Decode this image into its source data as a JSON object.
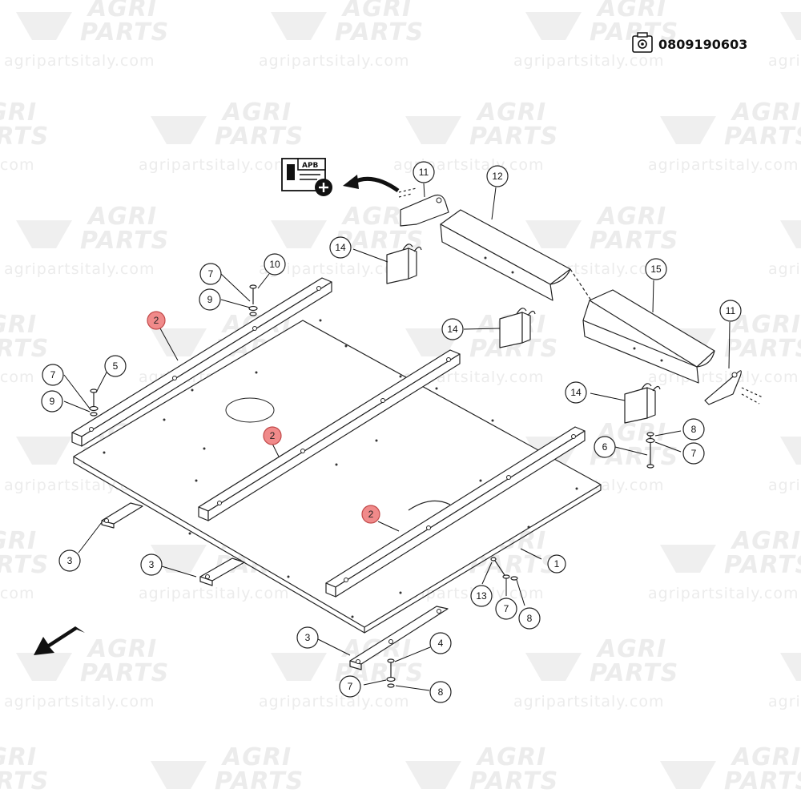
{
  "watermark": {
    "logo_line1": "AGRI",
    "logo_line2": "PARTS",
    "url": "agripartsitaly.com"
  },
  "header": {
    "part_code": "0809190603",
    "code_icon": "part-code-icon"
  },
  "apb_icon": {
    "label": "APB",
    "icon": "add-document-icon"
  },
  "callouts": [
    {
      "label": "1",
      "highlight": false
    },
    {
      "label": "2",
      "highlight": true
    },
    {
      "label": "2",
      "highlight": true
    },
    {
      "label": "2",
      "highlight": true
    },
    {
      "label": "3",
      "highlight": false
    },
    {
      "label": "3",
      "highlight": false
    },
    {
      "label": "3",
      "highlight": false
    },
    {
      "label": "4",
      "highlight": false
    },
    {
      "label": "5",
      "highlight": false
    },
    {
      "label": "6",
      "highlight": false
    },
    {
      "label": "7",
      "highlight": false
    },
    {
      "label": "7",
      "highlight": false
    },
    {
      "label": "7",
      "highlight": false
    },
    {
      "label": "7",
      "highlight": false
    },
    {
      "label": "7",
      "highlight": false
    },
    {
      "label": "8",
      "highlight": false
    },
    {
      "label": "8",
      "highlight": false
    },
    {
      "label": "8",
      "highlight": false
    },
    {
      "label": "9",
      "highlight": false
    },
    {
      "label": "9",
      "highlight": false
    },
    {
      "label": "10",
      "highlight": false
    },
    {
      "label": "11",
      "highlight": false
    },
    {
      "label": "11",
      "highlight": false
    },
    {
      "label": "12",
      "highlight": false
    },
    {
      "label": "13",
      "highlight": false
    },
    {
      "label": "14",
      "highlight": false
    },
    {
      "label": "14",
      "highlight": false
    },
    {
      "label": "14",
      "highlight": false
    },
    {
      "label": "15",
      "highlight": false
    }
  ],
  "colors": {
    "highlight": "#f08a8a",
    "watermark": "#ececec",
    "line": "#222222"
  }
}
